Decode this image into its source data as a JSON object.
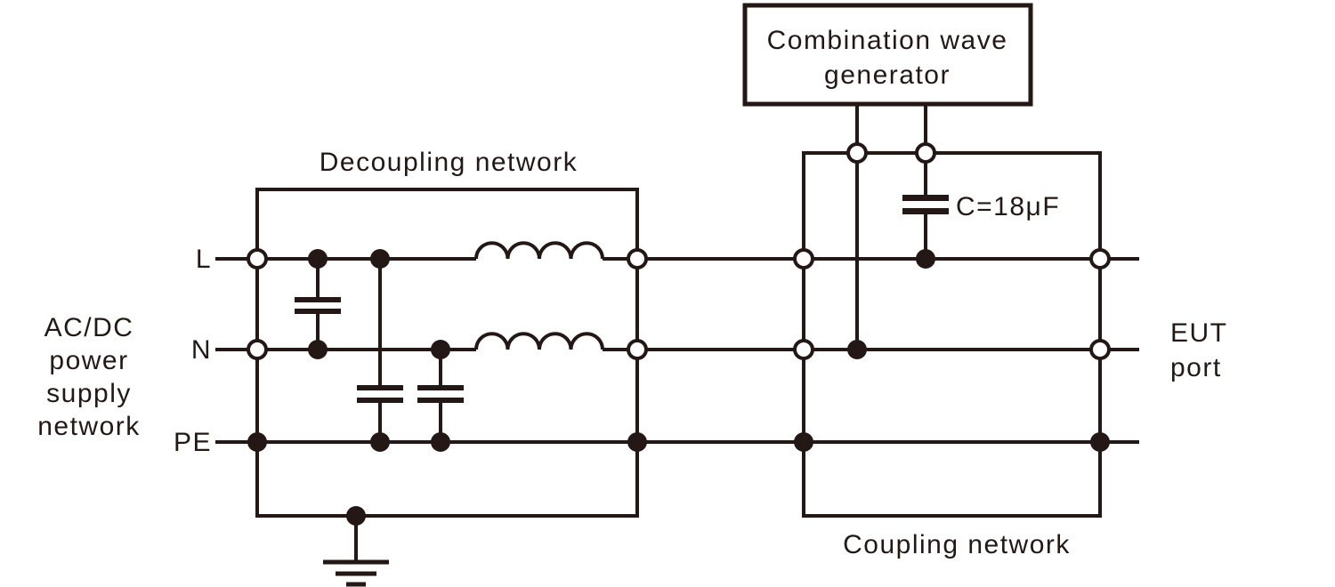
{
  "colors": {
    "ink": "#231815",
    "paper": "#ffffff"
  },
  "generator": {
    "label_line1": "Combination wave",
    "label_line2": "generator"
  },
  "decoupling": {
    "label": "Decoupling network"
  },
  "coupling": {
    "label": "Coupling network"
  },
  "supply": {
    "line1": "AC/DC",
    "line2": "power",
    "line3": "supply",
    "line4": "network"
  },
  "terminals": {
    "live": "L",
    "neutral": "N",
    "protective_earth": "PE"
  },
  "eut": {
    "line1": "EUT",
    "line2": "port"
  },
  "capacitor": {
    "label": "C=18μF"
  }
}
